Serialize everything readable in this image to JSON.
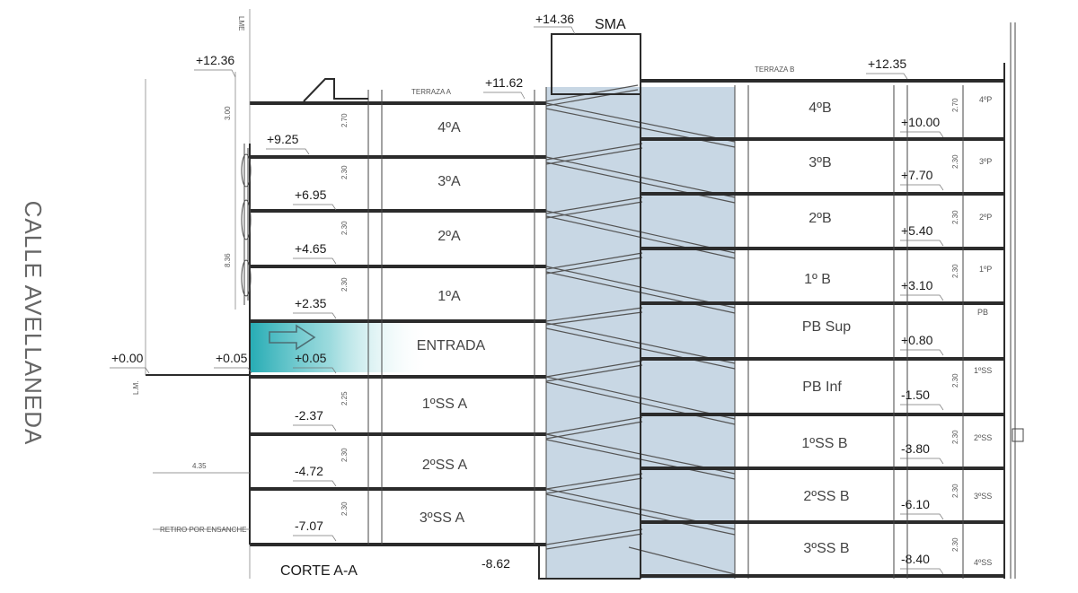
{
  "street": "CALLE AVELLANEDA",
  "section_title": "CORTE A-A",
  "top_labels": {
    "sma": "SMA",
    "terraza_a": "TERRAZA A",
    "terraza_b": "TERRAZA B",
    "lme": "LME"
  },
  "levels": {
    "sma": "+14.36",
    "roof_a": "+12.36",
    "roof_b": "+12.35",
    "ramp_top": "+11.62",
    "a4_floor": "+9.25",
    "a3_floor": "+6.95",
    "a2_floor": "+4.65",
    "a1_floor": "+2.35",
    "street": "+0.00",
    "sidewalk": "+0.05",
    "entrada": "+0.05",
    "ss1": "-2.37",
    "ss2": "-4.72",
    "ss3": "-7.07",
    "pit": "-8.62",
    "b4": "+10.00",
    "b3": "+7.70",
    "b2": "+5.40",
    "b1": "+3.10",
    "pbsup": "+0.80",
    "pbinf": "-1.50",
    "bss1": "-3.80",
    "bss2": "-6.10",
    "bss3": "-8.40"
  },
  "rooms_a": [
    "4ºA",
    "3ºA",
    "2ºA",
    "1ºA",
    "ENTRADA",
    "1ºSS A",
    "2ºSS A",
    "3ºSS A"
  ],
  "rooms_b": [
    "4ºB",
    "3ºB",
    "2ºB",
    "1º B",
    "PB Sup",
    "PB Inf",
    "1ºSS B",
    "2ºSS B",
    "3ºSS B"
  ],
  "right_tags": [
    "4ºP",
    "3ºP",
    "2ºP",
    "1ºP",
    "PB",
    "1ºSS",
    "2ºSS",
    "3ºSS",
    "4ºSS"
  ],
  "dims": {
    "h_230": "2.30",
    "h_225": "2.25",
    "h_270": "2.70",
    "v_300": "3.00",
    "v_836": "8.36",
    "v_lm": "L.M.",
    "setback": "4.35",
    "setback_note": "RETIRO POR ENSANCHE"
  },
  "colors": {
    "ramp_core": "#c8d7e4",
    "entrada_start": "#1aa7b0",
    "lines": "#2b2b2b"
  },
  "icons": [
    "entry-arrow-icon"
  ]
}
